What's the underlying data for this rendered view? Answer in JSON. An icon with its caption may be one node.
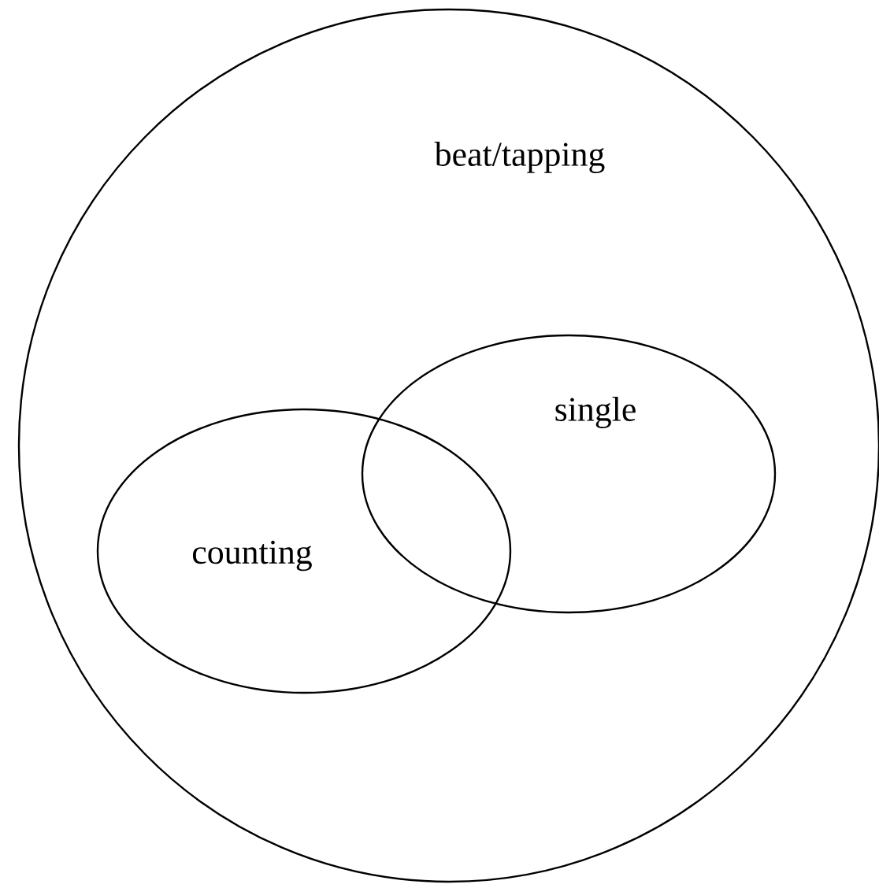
{
  "diagram": {
    "nodes": [
      {
        "text": [
          "beat/tapping"
        ]
      },
      {
        "text": [
          "counting"
        ],
        "in": 0
      },
      {
        "text": [
          "single"
        ],
        "in": 0
      }
    ]
  }
}
